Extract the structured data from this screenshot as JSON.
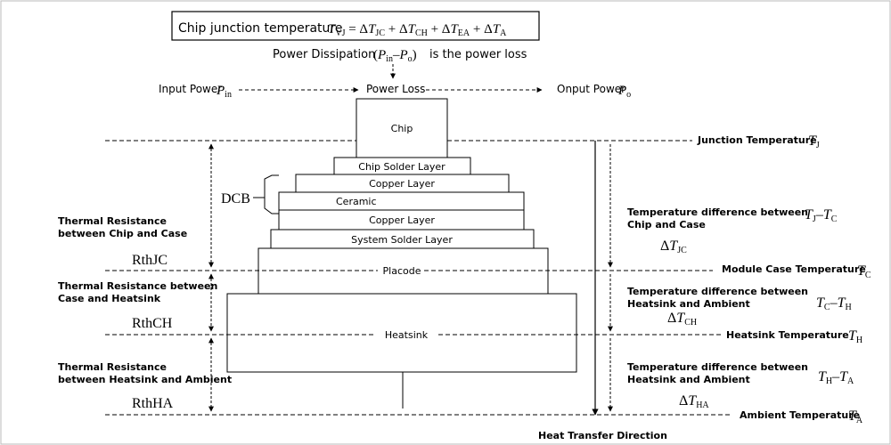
{
  "formula": {
    "prefix": "Chip junction temperature",
    "equation": "T_VJ = ΔT_JC + ΔT_CH + ΔT_EA + ΔT_A"
  },
  "power": {
    "dissipation_prefix": "Power Dissipation",
    "dissipation_expr": "(P_in–P_o)",
    "dissipation_suffix": "is the power loss",
    "input_label": "Input Power",
    "input_symbol": "P_in",
    "loss_label": "Power Loss",
    "output_label": "Onput Power",
    "output_symbol": "P_o"
  },
  "layers": {
    "chip": "Chip",
    "chip_solder": "Chip Solder Layer",
    "copper_top": "Copper Layer",
    "ceramic": "Ceramic",
    "copper_bottom": "Copper Layer",
    "system_solder": "System Solder Layer",
    "baseplate": "Placode",
    "heatsink": "Heatsink",
    "dcb": "DCB"
  },
  "left_labels": {
    "r_jc_desc": [
      "Thermal Resistance",
      "between Chip and Case"
    ],
    "r_jc_symbol": "RthJC",
    "r_ch_desc": [
      "Thermal Resistance between",
      "Case and Heatsink"
    ],
    "r_ch_symbol": "RthCH",
    "r_ha_desc": [
      "Thermal Resistance",
      "between Heatsink and Ambient"
    ],
    "r_ha_symbol": "RthHA"
  },
  "right_labels": {
    "junction_temp": "Junction Temperature",
    "junction_symbol": "T_J",
    "case_temp": "Module Case Temperature",
    "case_symbol": "T_C",
    "heatsink_temp": "Heatsink Temperature",
    "heatsink_symbol": "T_H",
    "ambient_temp": "Ambient Temperature",
    "ambient_symbol": "T_A",
    "diff_jc_desc": [
      "Temperature difference between",
      "Chip and Case"
    ],
    "diff_jc_expr": "T_J–T_C",
    "diff_jc_delta": "ΔT_JC",
    "diff_ch_desc": [
      "Temperature difference between",
      "Heatsink and Ambient"
    ],
    "diff_ch_expr": "T_C–T_H",
    "diff_ch_delta": "ΔT_CH",
    "diff_ha_desc": [
      "Temperature difference between",
      "Heatsink and Ambient"
    ],
    "diff_ha_expr": "T_H–T_A",
    "diff_ha_delta": "ΔT_HA"
  },
  "heat_transfer_label": "Heat Transfer Direction",
  "colors": {
    "line": "#000000",
    "text": "#000000",
    "frame": "#aaaaaa",
    "fill": "#ffffff"
  }
}
